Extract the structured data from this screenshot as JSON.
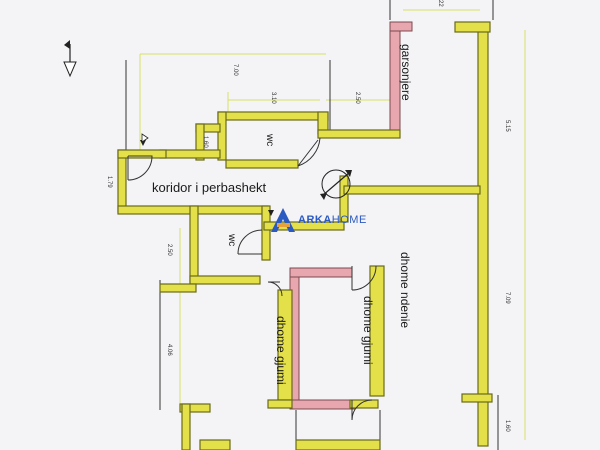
{
  "plan": {
    "rooms": {
      "garsonjere": "garsonjere",
      "wc_top": "wc",
      "koridor": "koridor i perbashekt",
      "wc_mid": "wc",
      "dhome_ndenie": "dhome ndenie",
      "dhome_gjumi_1": "dhome gjumi",
      "dhome_gjumi_2": "dhome gjumi"
    },
    "dimensions": {
      "top_right": "22",
      "w_700": "7.00",
      "w_310": "3.10",
      "w_250_top": "2.50",
      "w_160": "1.60",
      "w_179": "1.79",
      "w_250_left": "2.50",
      "w_406": "4.06",
      "h_515": "5.15",
      "h_709": "7.09",
      "h_160": "1.60"
    },
    "brand": {
      "name_a": "ARKA",
      "name_b": "HOME",
      "accent": "#2b5ac0",
      "accent2": "#e7a03a"
    }
  }
}
